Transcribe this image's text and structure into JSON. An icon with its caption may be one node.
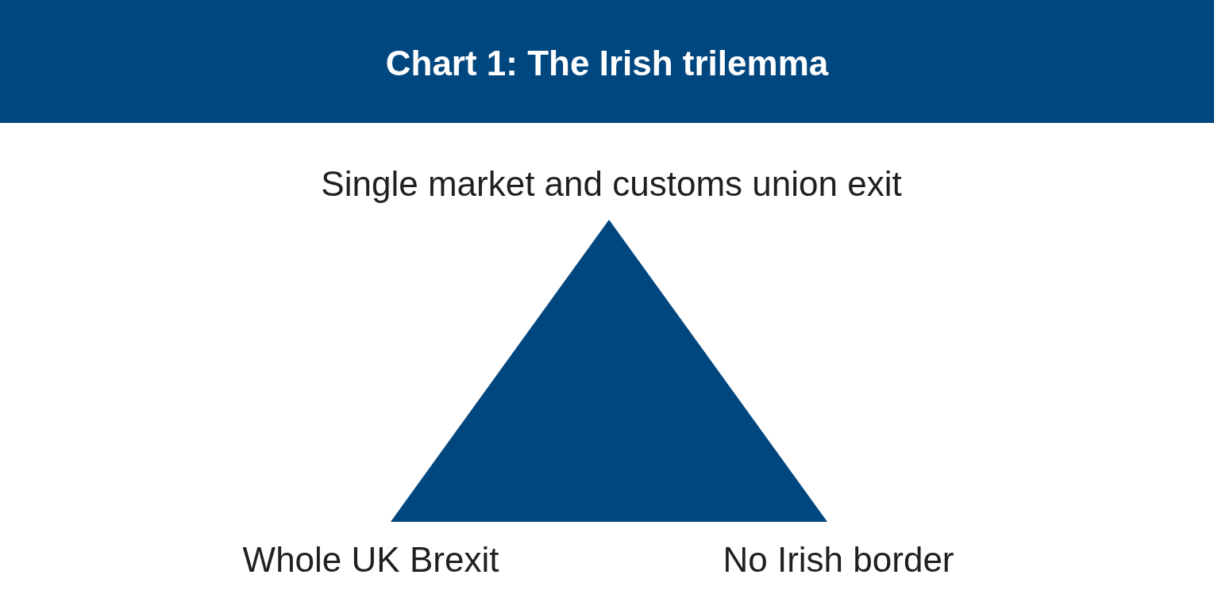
{
  "diagram": {
    "title": "Chart 1: The Irish trilemma",
    "nodes": [
      {
        "text": [],
        "shape": "triangle"
      }
    ],
    "labels": [
      "Single market and customs union exit",
      "Whole UK Brexit",
      "No Irish border"
    ]
  }
}
